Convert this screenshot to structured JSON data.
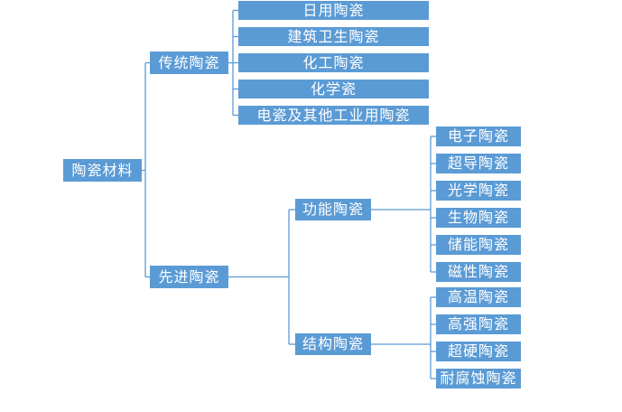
{
  "root": {
    "label": "陶瓷材料"
  },
  "traditional": {
    "label": "传统陶瓷",
    "items": [
      "日用陶瓷",
      "建筑卫生陶瓷",
      "化工陶瓷",
      "化学瓷",
      "电瓷及其他工业用陶瓷"
    ]
  },
  "advanced": {
    "label": "先进陶瓷",
    "functional": {
      "label": "功能陶瓷",
      "items": [
        "电子陶瓷",
        "超导陶瓷",
        "光学陶瓷",
        "生物陶瓷",
        "储能陶瓷",
        "磁性陶瓷"
      ]
    },
    "structural": {
      "label": "结构陶瓷",
      "items": [
        "高温陶瓷",
        "高强陶瓷",
        "超硬陶瓷",
        "耐腐蚀陶瓷"
      ]
    }
  },
  "colors": {
    "node_fill": "#5b9bd5",
    "node_text": "#ffffff",
    "connector": "#5b9bd5"
  }
}
